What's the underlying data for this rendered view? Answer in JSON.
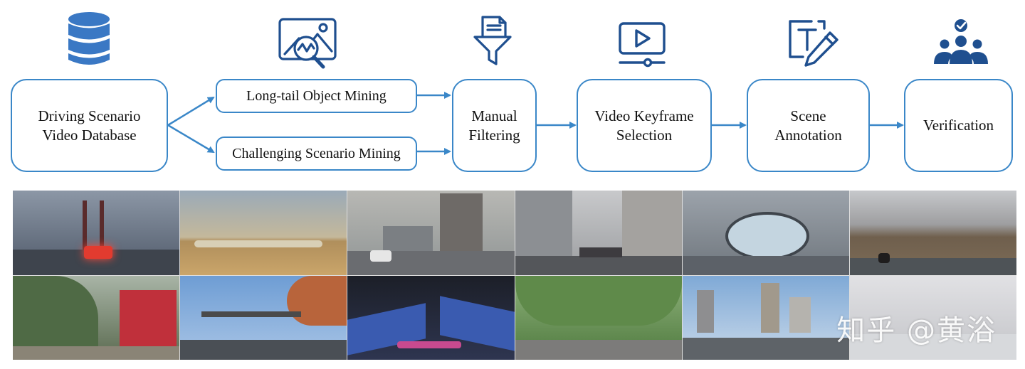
{
  "pipeline": {
    "nodes": {
      "database": "Driving Scenario Video Database",
      "longtail": "Long-tail Object Mining",
      "challenging": "Challenging Scenario Mining",
      "filtering": "Manual Filtering",
      "keyframe": "Video Keyframe Selection",
      "annotation": "Scene Annotation",
      "verification": "Verification"
    },
    "icons": [
      "database-icon",
      "image-search-icon",
      "document-funnel-icon",
      "video-play-icon",
      "text-edit-icon",
      "verified-users-icon"
    ],
    "colors": {
      "accent": "#3a87c8",
      "icon": "#1f4f8f"
    }
  },
  "gallery": {
    "tiles": [
      "foggy-bridge-traffic",
      "desert-flock",
      "city-highrise-road",
      "pedestrian-street",
      "steel-arch-bridge",
      "mountain-road",
      "truck-roadside-workers",
      "sunset-overpass",
      "tunnel-lights",
      "tree-lined-road",
      "city-skyline-road",
      "snowy-road"
    ],
    "watermark": "知乎 @黄浴"
  }
}
